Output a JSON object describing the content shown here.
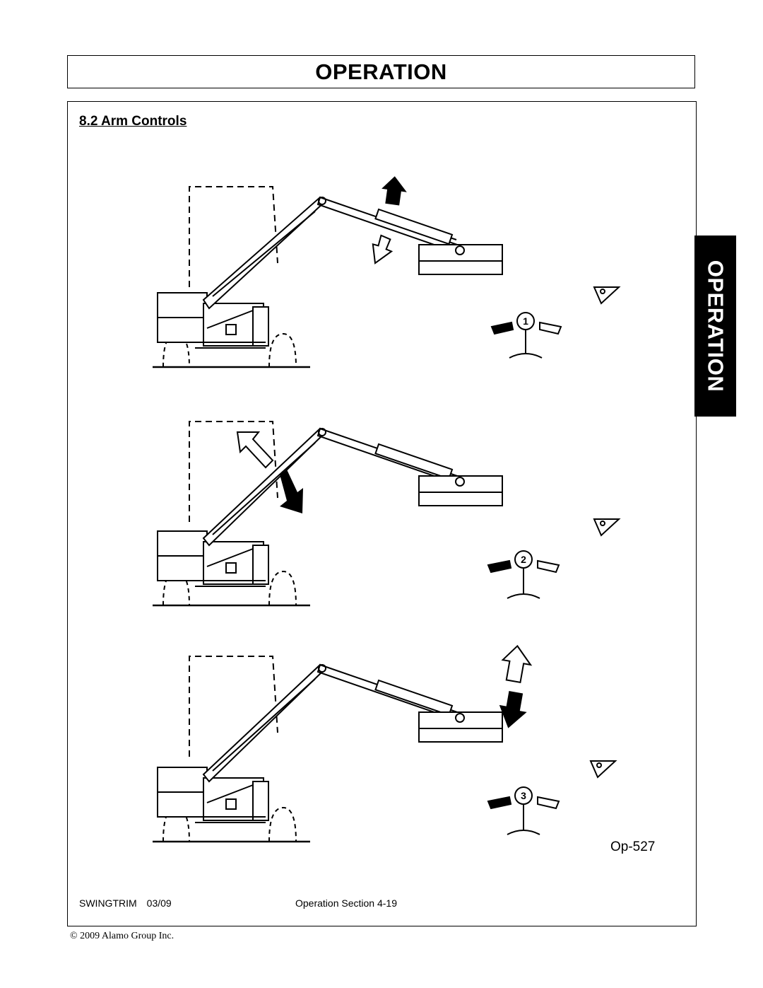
{
  "header": {
    "title": "OPERATION"
  },
  "section": {
    "title": "8.2 Arm Controls"
  },
  "side_tab": {
    "label": "OPERATION"
  },
  "figures": [
    {
      "lever_number": "1"
    },
    {
      "lever_number": "2"
    },
    {
      "lever_number": "3"
    }
  ],
  "figure_id": "Op-527",
  "footer": {
    "product": "SWINGTRIM",
    "date": "03/09",
    "section": "Operation Section 4-19"
  },
  "copyright": "© 2009 Alamo Group Inc."
}
